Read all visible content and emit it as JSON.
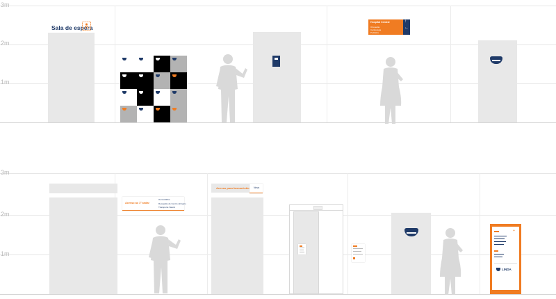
{
  "scale_labels": {
    "top": [
      "3m",
      "2m",
      "1m"
    ],
    "bottom": [
      "3m",
      "2m",
      "1m"
    ]
  },
  "top_row": {
    "waiting_room_title": "Sala de espera",
    "directory_sign": {
      "header": "Hospital Central",
      "lines": [
        "Ortopedia",
        "Cardiologia",
        "Pediatria"
      ]
    }
  },
  "bottom_row": {
    "first_floor_label": "Acesso ao 1º andar",
    "first_floor_items": [
      "Hemodiálise",
      "Recepção de Centro cirúrgico",
      "Transporte Vascul"
    ],
    "pharmacy_label": "Acesso para farmacêutica",
    "pharmacy_button": "Nova",
    "totem_brand": "LINDA"
  },
  "colors": {
    "navy": "#1f3a68",
    "orange": "#f07c22",
    "door_gray": "#e8e8e8",
    "silhouette": "#d9d9d9"
  }
}
